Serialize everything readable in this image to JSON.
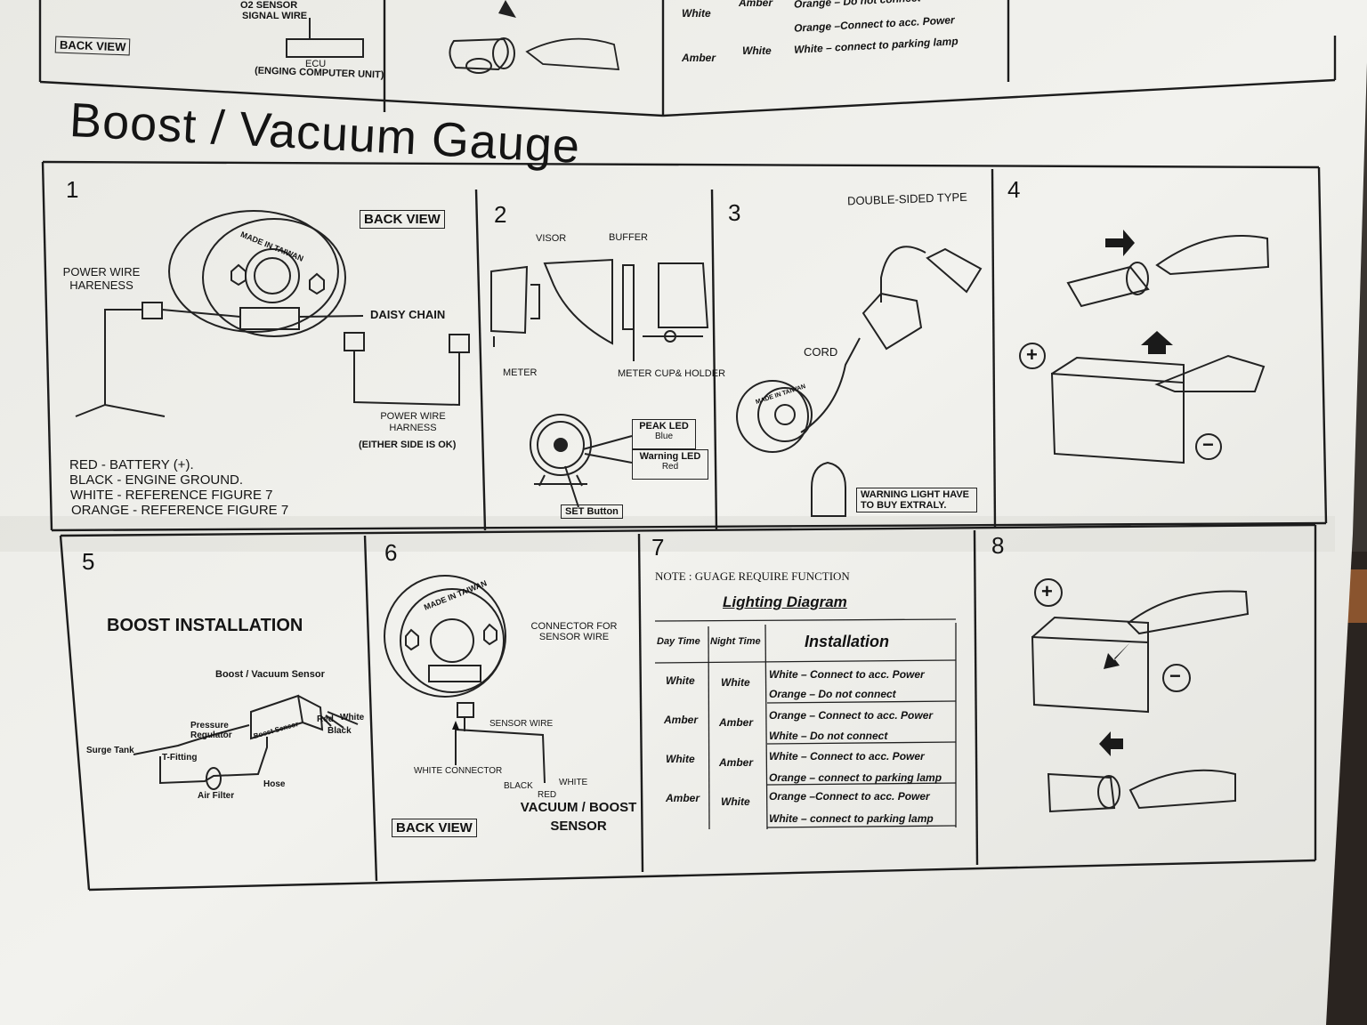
{
  "top_strip": {
    "o2_sensor": "O2 SENSOR",
    "signal_wire": "SIGNAL WIRE",
    "back_view": "BACK VIEW",
    "ecu": "ECU",
    "ecu_full": "(ENGING COMPUTER UNIT)",
    "rows": [
      {
        "day": "White",
        "night": "Amber",
        "lines": [
          "Orange – Do not connect",
          "Orange –Connect to acc. Power"
        ]
      },
      {
        "day": "Amber",
        "night": "White",
        "lines": [
          "White – connect to parking lamp"
        ]
      }
    ]
  },
  "title": "Boost / Vacuum Gauge",
  "panel1": {
    "number": "1",
    "back_view": "BACK VIEW",
    "made_in": "MADE IN TAIWAN",
    "power_wire_left": [
      "POWER WIRE",
      "HARENESS"
    ],
    "daisy_chain": "DAISY CHAIN",
    "power_wire_right": [
      "POWER WIRE",
      "HARNESS"
    ],
    "either_side": "(EITHER SIDE IS OK)",
    "legend": [
      "RED - BATTERY (+).",
      "BLACK - ENGINE GROUND.",
      "WHITE - REFERENCE FIGURE 7",
      "ORANGE - REFERENCE FIGURE 7"
    ]
  },
  "panel2": {
    "number": "2",
    "visor": "VISOR",
    "buffer": "BUFFER",
    "meter": "METER",
    "meter_cup": "METER CUP& HOLDER",
    "peak_led": [
      "PEAK LED",
      "Blue"
    ],
    "warning_led": [
      "Warning LED",
      "Red"
    ],
    "set_button": "SET Button"
  },
  "panel3": {
    "number": "3",
    "double_sided": "DOUBLE-SIDED TYPE",
    "cord": "CORD",
    "made_in": "MADE IN TAIWAN",
    "warning_light": [
      "WARNING LIGHT HAVE",
      "TO BUY EXTRALY."
    ]
  },
  "panel4": {
    "number": "4",
    "plus": "+",
    "minus": "−"
  },
  "panel5": {
    "number": "5",
    "heading": "BOOST INSTALLATION",
    "sensor_title": "Boost / Vacuum Sensor",
    "pressure": "Pressure",
    "regulator": "Regulator",
    "boost_sensor": "Boost Sensor",
    "red": "Red",
    "white": "White",
    "black": "Black",
    "surge_tank": "Surge Tank",
    "t_fitting": "T-Fitting",
    "hose": "Hose",
    "air_filter": "Air Filter"
  },
  "panel6": {
    "number": "6",
    "made_in": "MADE IN TAIWAN",
    "connector_for": [
      "CONNECTOR FOR",
      "SENSOR WIRE"
    ],
    "sensor_wire": "SENSOR WIRE",
    "white_connector": "WHITE CONNECTOR",
    "black": "BLACK",
    "red": "RED",
    "white": "WHITE",
    "back_view": "BACK VIEW",
    "vacuum_boost": [
      "VACUUM / BOOST",
      "SENSOR"
    ]
  },
  "panel7": {
    "number": "7",
    "note": "NOTE : GUAGE REQUIRE FUNCTION",
    "heading": "Lighting Diagram",
    "col_day": "Day Time",
    "col_night": "Night Time",
    "col_install": "Installation",
    "rows": [
      {
        "day": "White",
        "night": "White",
        "lines": [
          "White – Connect to acc. Power",
          "Orange – Do not connect"
        ]
      },
      {
        "day": "Amber",
        "night": "Amber",
        "lines": [
          "Orange – Connect to acc. Power",
          "White – Do not connect"
        ]
      },
      {
        "day": "White",
        "night": "Amber",
        "lines": [
          "White – Connect to acc. Power",
          "Orange – connect to parking lamp"
        ]
      },
      {
        "day": "Amber",
        "night": "White",
        "lines": [
          "Orange –Connect to acc. Power",
          "White – connect to parking lamp"
        ]
      }
    ]
  },
  "panel8": {
    "number": "8",
    "plus": "+",
    "minus": "−"
  },
  "colors": {
    "paper": "#efefea",
    "ink": "#1a1a1a",
    "background": "#3a3530"
  }
}
